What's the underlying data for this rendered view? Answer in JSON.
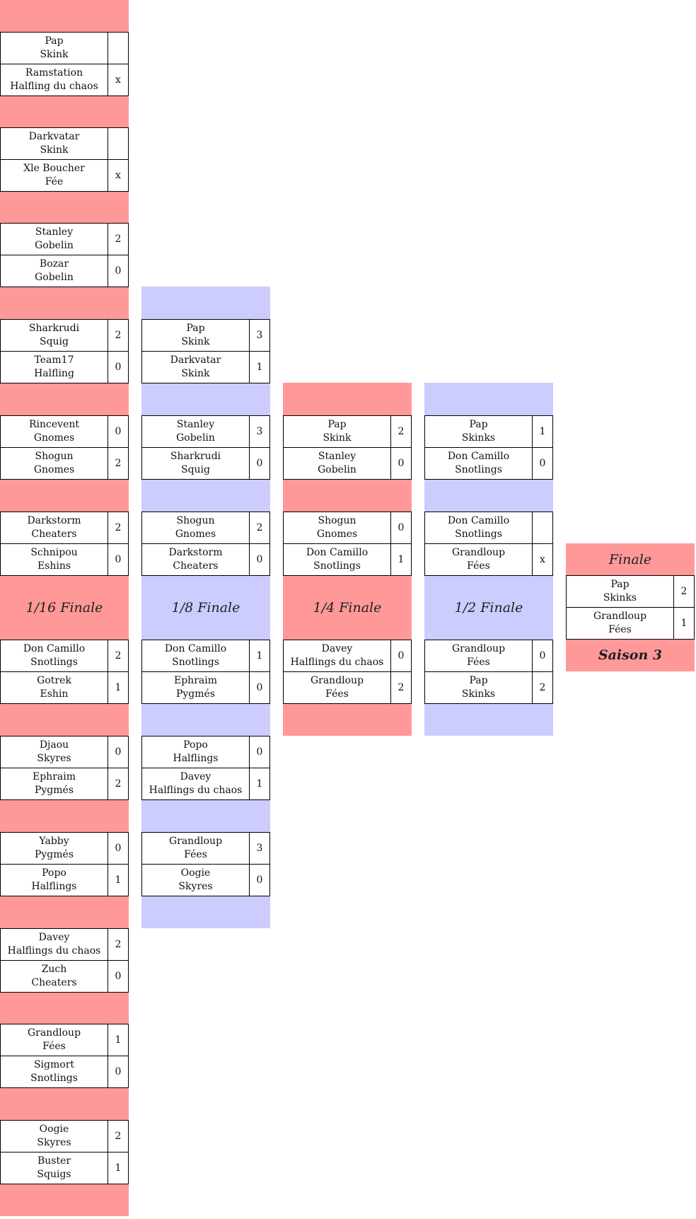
{
  "rounds": [
    {
      "label": "1/16 Finale",
      "color": "#ff9999",
      "matches": [
        [
          {
            "player": "Pap",
            "team": "Skink",
            "score": ""
          },
          {
            "player": "Ramstation",
            "team": "Halfling du chaos",
            "score": "x"
          }
        ],
        [
          {
            "player": "Darkvatar",
            "team": "Skink",
            "score": ""
          },
          {
            "player": "Xle Boucher",
            "team": "Fée",
            "score": "x"
          }
        ],
        [
          {
            "player": "Stanley",
            "team": "Gobelin",
            "score": "2"
          },
          {
            "player": "Bozar",
            "team": "Gobelin",
            "score": "0"
          }
        ],
        [
          {
            "player": "Sharkrudi",
            "team": "Squig",
            "score": "2"
          },
          {
            "player": "Team17",
            "team": "Halfling",
            "score": "0"
          }
        ],
        [
          {
            "player": "Rincevent",
            "team": "Gnomes",
            "score": "0"
          },
          {
            "player": "Shogun",
            "team": "Gnomes",
            "score": "2"
          }
        ],
        [
          {
            "player": "Darkstorm",
            "team": "Cheaters",
            "score": "2"
          },
          {
            "player": "Schnipou",
            "team": "Eshins",
            "score": "0"
          }
        ],
        [
          {
            "player": "Don Camillo",
            "team": "Snotlings",
            "score": "2"
          },
          {
            "player": "Gotrek",
            "team": "Eshin",
            "score": "1"
          }
        ],
        [
          {
            "player": "Djaou",
            "team": "Skyres",
            "score": "0"
          },
          {
            "player": "Ephraim",
            "team": "Pygmés",
            "score": "2"
          }
        ],
        [
          {
            "player": "Yabby",
            "team": "Pygmés",
            "score": "0"
          },
          {
            "player": "Popo",
            "team": "Halflings",
            "score": "1"
          }
        ],
        [
          {
            "player": "Davey",
            "team": "Halflings du chaos",
            "score": "2"
          },
          {
            "player": "Zuch",
            "team": "Cheaters",
            "score": "0"
          }
        ],
        [
          {
            "player": "Grandloup",
            "team": "Fées",
            "score": "1"
          },
          {
            "player": "Sigmort",
            "team": "Snotlings",
            "score": "0"
          }
        ],
        [
          {
            "player": "Oogie",
            "team": "Skyres",
            "score": "2"
          },
          {
            "player": "Buster",
            "team": "Squigs",
            "score": "1"
          }
        ]
      ]
    },
    {
      "label": "1/8 Finale",
      "color": "#ccccff",
      "matches": [
        [
          {
            "player": "Pap",
            "team": "Skink",
            "score": "3"
          },
          {
            "player": "Darkvatar",
            "team": "Skink",
            "score": "1"
          }
        ],
        [
          {
            "player": "Stanley",
            "team": "Gobelin",
            "score": "3"
          },
          {
            "player": "Sharkrudi",
            "team": "Squig",
            "score": "0"
          }
        ],
        [
          {
            "player": "Shogun",
            "team": "Gnomes",
            "score": "2"
          },
          {
            "player": "Darkstorm",
            "team": "Cheaters",
            "score": "0"
          }
        ],
        [
          {
            "player": "Don Camillo",
            "team": "Snotlings",
            "score": "1"
          },
          {
            "player": "Ephraim",
            "team": "Pygmés",
            "score": "0"
          }
        ],
        [
          {
            "player": "Popo",
            "team": "Halflings",
            "score": "0"
          },
          {
            "player": "Davey",
            "team": "Halflings du chaos",
            "score": "1"
          }
        ],
        [
          {
            "player": "Grandloup",
            "team": "Fées",
            "score": "3"
          },
          {
            "player": "Oogie",
            "team": "Skyres",
            "score": "0"
          }
        ]
      ]
    },
    {
      "label": "1/4 Finale",
      "color": "#ff9999",
      "matches": [
        [
          {
            "player": "Pap",
            "team": "Skink",
            "score": "2"
          },
          {
            "player": "Stanley",
            "team": "Gobelin",
            "score": "0"
          }
        ],
        [
          {
            "player": "Shogun",
            "team": "Gnomes",
            "score": "0"
          },
          {
            "player": "Don Camillo",
            "team": "Snotlings",
            "score": "1"
          }
        ],
        [
          {
            "player": "Davey",
            "team": "Halflings du chaos",
            "score": "0"
          },
          {
            "player": "Grandloup",
            "team": "Fées",
            "score": "2"
          }
        ]
      ]
    },
    {
      "label": "1/2 Finale",
      "color": "#ccccff",
      "matches": [
        [
          {
            "player": "Pap",
            "team": "Skinks",
            "score": "1"
          },
          {
            "player": "Don Camillo",
            "team": "Snotlings",
            "score": "0"
          }
        ],
        [
          {
            "player": "Don Camillo",
            "team": "Snotlings",
            "score": ""
          },
          {
            "player": "Grandloup",
            "team": "Fées",
            "score": "x"
          }
        ],
        [
          {
            "player": "Grandloup",
            "team": "Fées",
            "score": "0"
          },
          {
            "player": "Pap",
            "team": "Skinks",
            "score": "2"
          }
        ]
      ]
    },
    {
      "label": "Finale",
      "color": "#ff9999",
      "matches": [
        [
          {
            "player": "Pap",
            "team": "Skinks",
            "score": "2"
          },
          {
            "player": "Grandloup",
            "team": "Fées",
            "score": "1"
          }
        ]
      ]
    }
  ],
  "season_label": "Saison 3",
  "colors": {
    "pink": "#ff9999",
    "blue": "#ccccff",
    "border": "#000000"
  }
}
